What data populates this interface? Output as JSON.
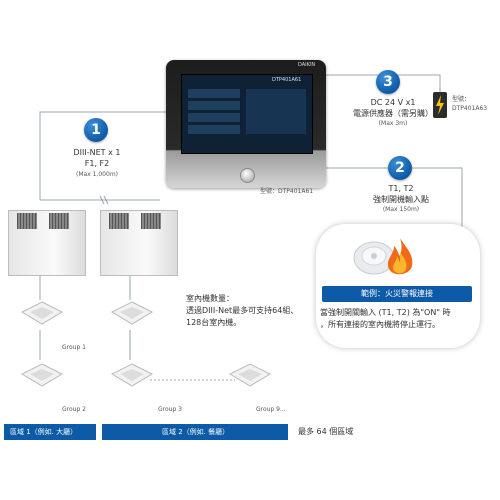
{
  "controller": {
    "model_label": "型號：DTP401A61",
    "brand_text": "DAIKIN",
    "screen_title": "DTP401A61"
  },
  "step1": {
    "number": "1",
    "line1": "DIII-NET x 1",
    "line2": "F1, F2",
    "line3": "(Max 1,000m)"
  },
  "step2": {
    "number": "2",
    "line1": "T1, T2",
    "line2": "強制開機輸入點",
    "line3": "(Max 150m)"
  },
  "step3": {
    "number": "3",
    "line1": "DC 24 V x1",
    "line2": "電源供應器（需另購）",
    "line3": "(Max 3m)"
  },
  "power_supply": {
    "line1": "型號：",
    "line2": "DTP401A63"
  },
  "fire_panel": {
    "title": "範例：火災警報連接",
    "desc_line1": "當強制開關輸入 (T1, T2) 為\"ON\" 時",
    "desc_line2": "，所有連接的室內機將停止運行。"
  },
  "indoor_count": {
    "line1": "室內機數量：",
    "line2": "透過DIII-Net最多可支持64組、",
    "line3": "128台室內機。"
  },
  "groups": {
    "g1": "Group 1",
    "g2": "Group 2",
    "g3": "Group 3",
    "g9": "Group 9..."
  },
  "zones": {
    "zone1": "區域 1（例如. 大廳）",
    "zone2": "區域 2（例如. 餐廳）",
    "max_zones": "最多 64 個區域"
  },
  "colors": {
    "accent": "#0d5aa7",
    "line": "#9aa4ad"
  }
}
